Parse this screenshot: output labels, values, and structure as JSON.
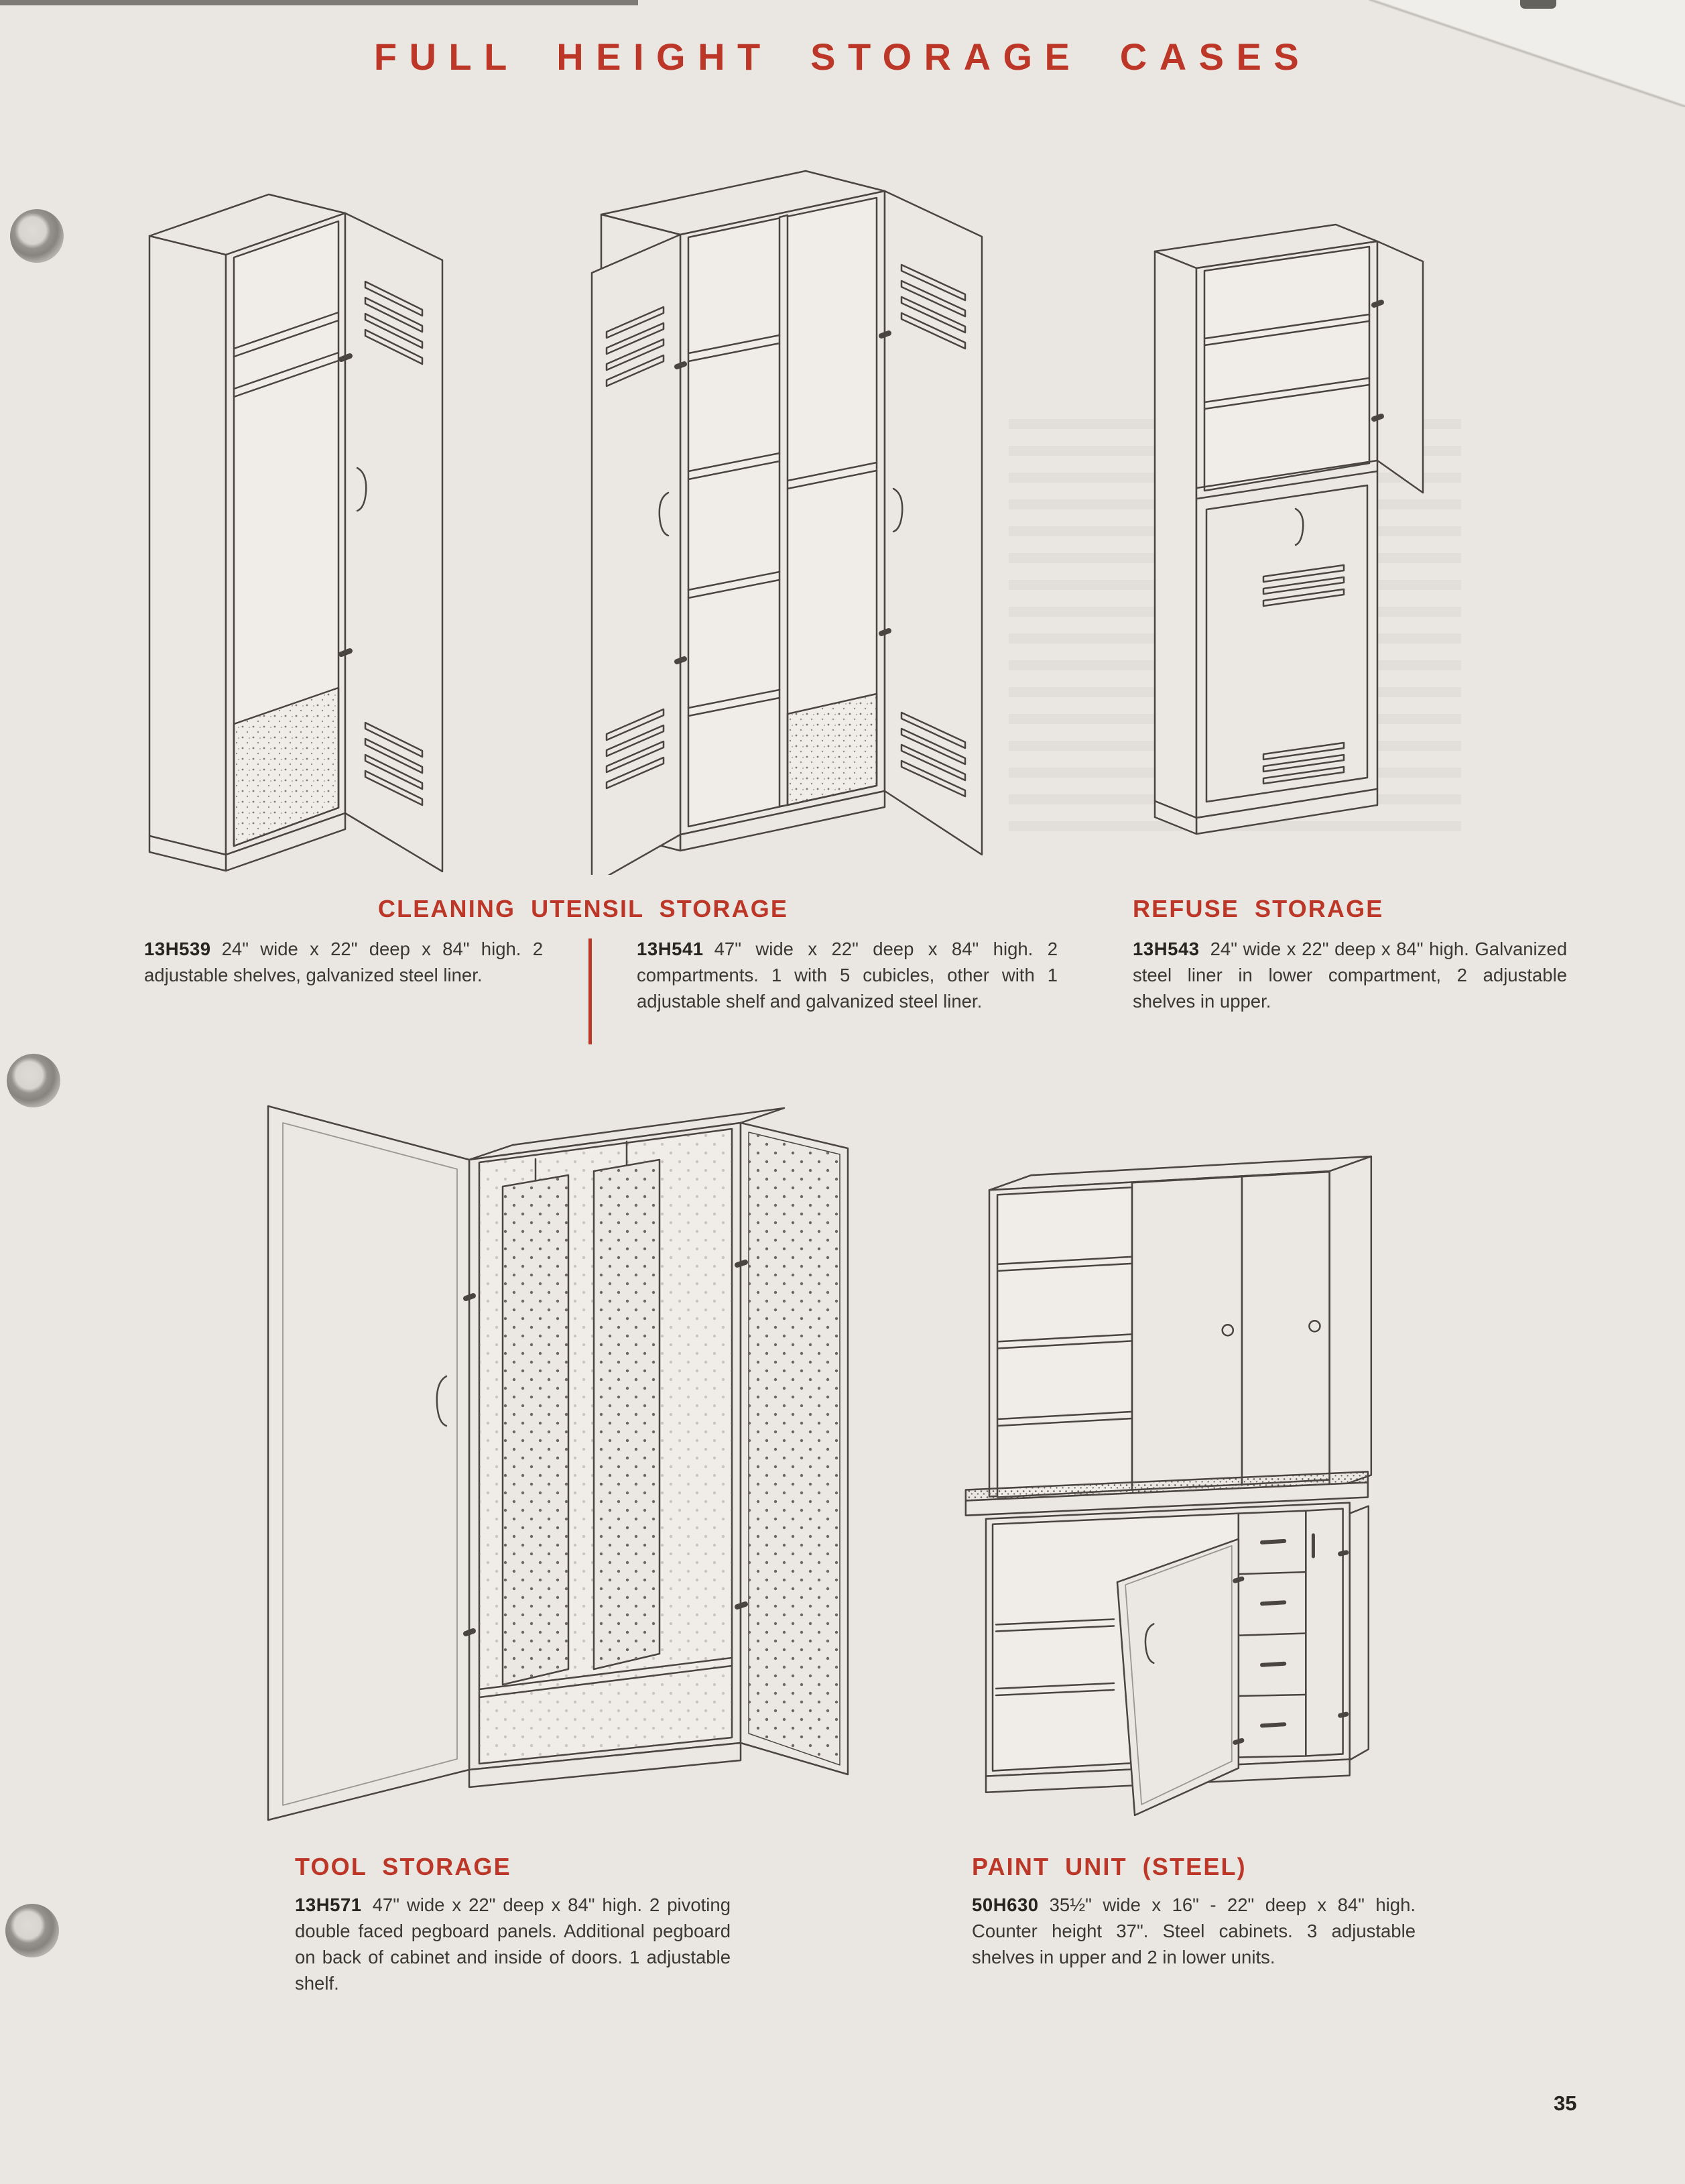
{
  "page": {
    "title": "FULL HEIGHT STORAGE CASES",
    "page_number": "35"
  },
  "colors": {
    "accent_red": "#bc3727",
    "paper": "#eae7e3",
    "ink": "#3b3731"
  },
  "sections": [
    {
      "id": "cleaning-utensil-storage",
      "heading": "CLEANING UTENSIL STORAGE",
      "products": [
        {
          "model": "13H539",
          "description": "24\" wide x 22\" deep x 84\" high. 2 adjustable shelves, galvanized steel liner."
        },
        {
          "model": "13H541",
          "description": "47\" wide x 22\" deep x 84\" high. 2 compartments. 1 with 5 cubicles, other with 1 adjustable shelf and galvanized steel liner."
        }
      ]
    },
    {
      "id": "refuse-storage",
      "heading": "REFUSE STORAGE",
      "products": [
        {
          "model": "13H543",
          "description": "24\" wide x 22\" deep x 84\" high. Galvanized steel liner in lower compartment, 2 adjustable shelves in upper."
        }
      ]
    },
    {
      "id": "tool-storage",
      "heading": "TOOL STORAGE",
      "products": [
        {
          "model": "13H571",
          "description": "47\" wide x 22\" deep x 84\" high. 2 pivoting double faced pegboard panels. Additional pegboard on back of cabinet and inside of doors. 1 adjustable shelf."
        }
      ]
    },
    {
      "id": "paint-unit-steel",
      "heading": "PAINT UNIT (STEEL)",
      "products": [
        {
          "model": "50H630",
          "description": "35½\" wide x 16\" - 22\" deep x 84\" high. Counter height 37\". Steel cabinets. 3 adjustable shelves in upper and 2 in lower units."
        }
      ]
    }
  ]
}
